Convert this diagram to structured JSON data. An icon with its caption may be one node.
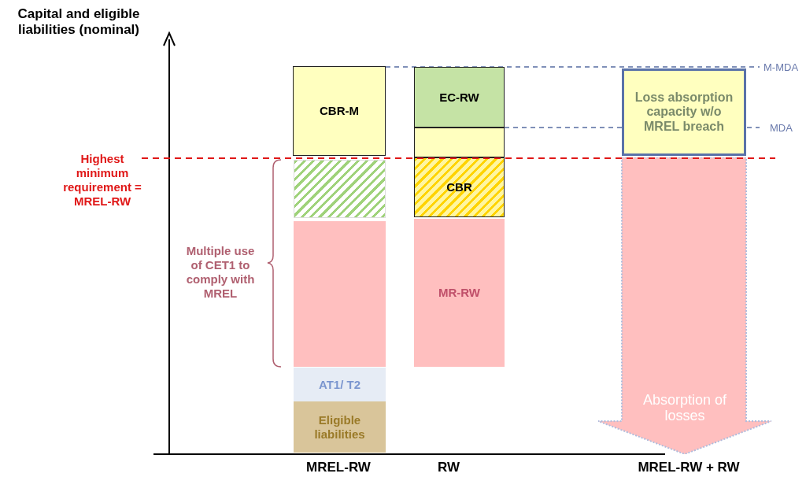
{
  "diagram": {
    "nodes": [
      {
        "text": [
          "CBR-M"
        ]
      },
      {
        "text": [
          "EC-RW"
        ]
      },
      {
        "text": [
          "Loss absorption capacity w/o MREL breach"
        ]
      },
      {
        "text": [],
        "shape": "box"
      },
      {
        "text": [],
        "shape": "box"
      },
      {
        "text": [
          "CBR"
        ]
      },
      {
        "text": [
          "Absorption of losses"
        ]
      },
      {
        "text": [],
        "shape": "box"
      },
      {
        "text": [
          "MR-RW"
        ]
      },
      {
        "text": [
          "AT1/ T2"
        ]
      },
      {
        "text": [
          "Eligible liabilities"
        ]
      }
    ],
    "labels": [
      "Capital and eligible liabilities (nominal)",
      "M-MDA",
      "MDA",
      "Highest minimum requirement = MREL-RW",
      "Multiple use of CET1 to comply with MREL",
      "MREL-RW",
      "RW",
      "MREL-RW + RW"
    ]
  }
}
